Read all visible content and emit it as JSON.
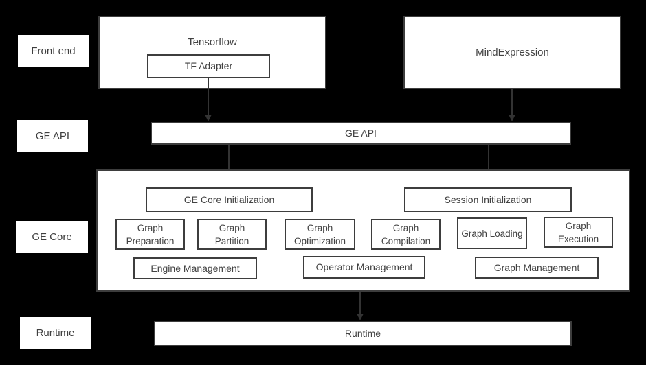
{
  "rail": {
    "front_end": "Front end",
    "ge_api": "GE API",
    "ge_core": "GE Core",
    "runtime": "Runtime"
  },
  "front_end_layer": {
    "tensorflow": "Tensorflow",
    "tf_adapter": "TF Adapter",
    "mind_expression": "MindExpression"
  },
  "api_layer": {
    "ge_api": "GE API"
  },
  "core_layer": {
    "ge_core_init": "GE Core Initialization",
    "session_init": "Session Initialization",
    "modules": [
      "Graph Preparation",
      "Graph Partition",
      "Graph Optimization",
      "Graph Compilation",
      "Graph Loading",
      "Graph Execution"
    ],
    "managers": [
      "Engine Management",
      "Operator Management",
      "Graph Management"
    ]
  },
  "runtime_layer": {
    "runtime": "Runtime"
  },
  "colors": {
    "background": "#000000",
    "box_fill": "#ffffff",
    "box_border": "#3d3d3d",
    "text": "#424242",
    "arrow": "#333333"
  }
}
